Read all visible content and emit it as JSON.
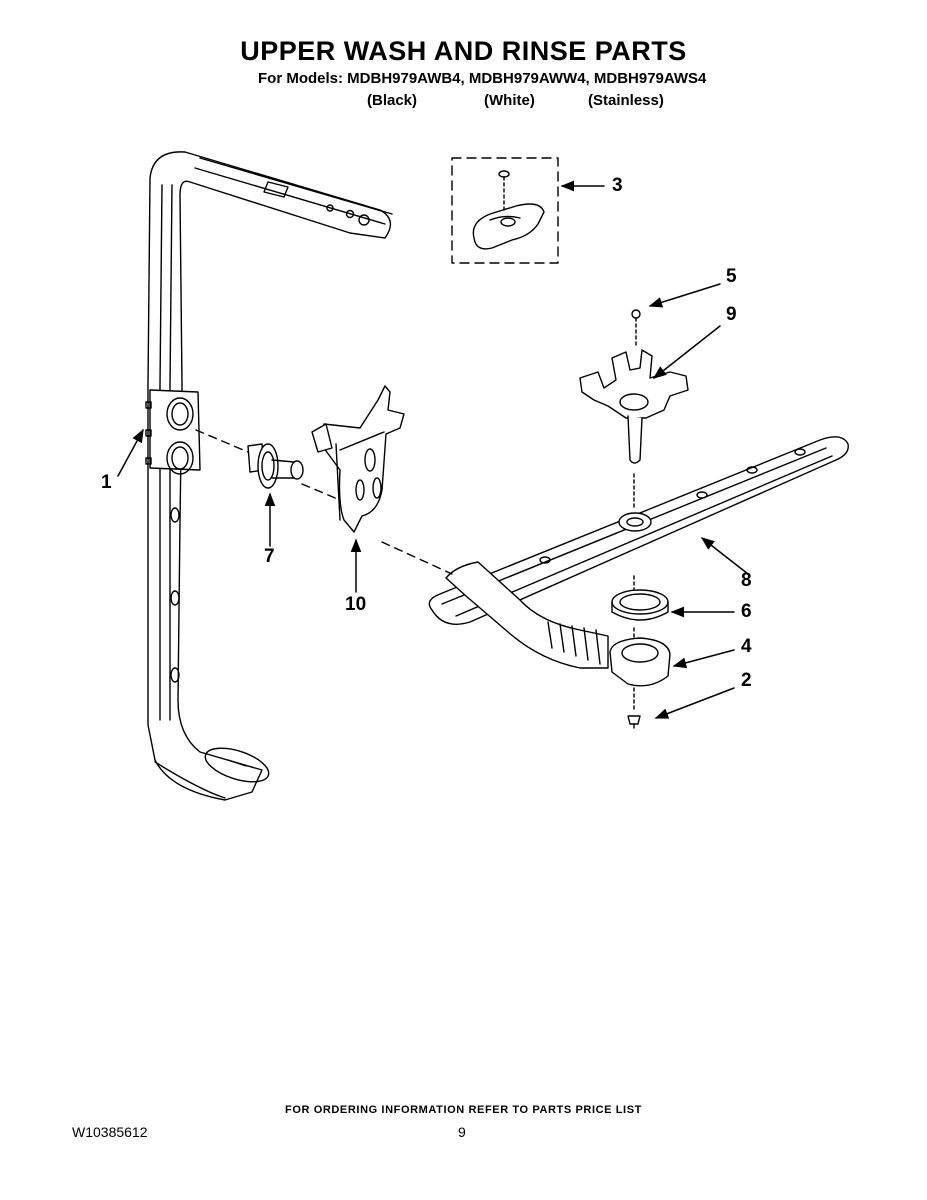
{
  "header": {
    "title": "UPPER WASH AND RINSE PARTS",
    "models_line": "For Models: MDBH979AWB4, MDBH979AWW4, MDBH979AWS4",
    "variants": [
      "(Black)",
      "(White)",
      "(Stainless)"
    ]
  },
  "callouts": [
    "1",
    "2",
    "3",
    "4",
    "5",
    "6",
    "7",
    "8",
    "9",
    "10"
  ],
  "footer": {
    "ordering_note": "FOR ORDERING INFORMATION REFER TO PARTS PRICE LIST",
    "document_number": "W10385612",
    "page_number": "9"
  }
}
